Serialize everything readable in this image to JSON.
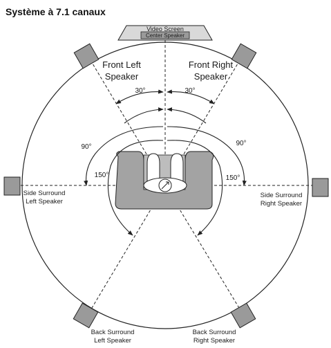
{
  "title": "Système à 7.1 canaux",
  "video_screen": {
    "title": "Video Screen",
    "center_label": "Center Speaker"
  },
  "speakers": {
    "front_left": [
      "Front Left",
      "Speaker"
    ],
    "front_right": [
      "Front Right",
      "Speaker"
    ],
    "side_left": [
      "Side Surround",
      "Left Speaker"
    ],
    "side_right": [
      "Side Surround",
      "Right Speaker"
    ],
    "back_left": [
      "Back Surround",
      "Left Speaker"
    ],
    "back_right": [
      "Back Surround",
      "Right Speaker"
    ]
  },
  "angles": {
    "a30_left": "30°",
    "a30_right": "30°",
    "a90_left": "90°",
    "a90_right": "90°",
    "a150_left": "150°",
    "a150_right": "150°"
  },
  "colors": {
    "speaker_fill": "#9a9a9a",
    "sofa_fill": "#a3a3a3",
    "screen_fill": "#d9d9d9",
    "line": "#222222"
  }
}
